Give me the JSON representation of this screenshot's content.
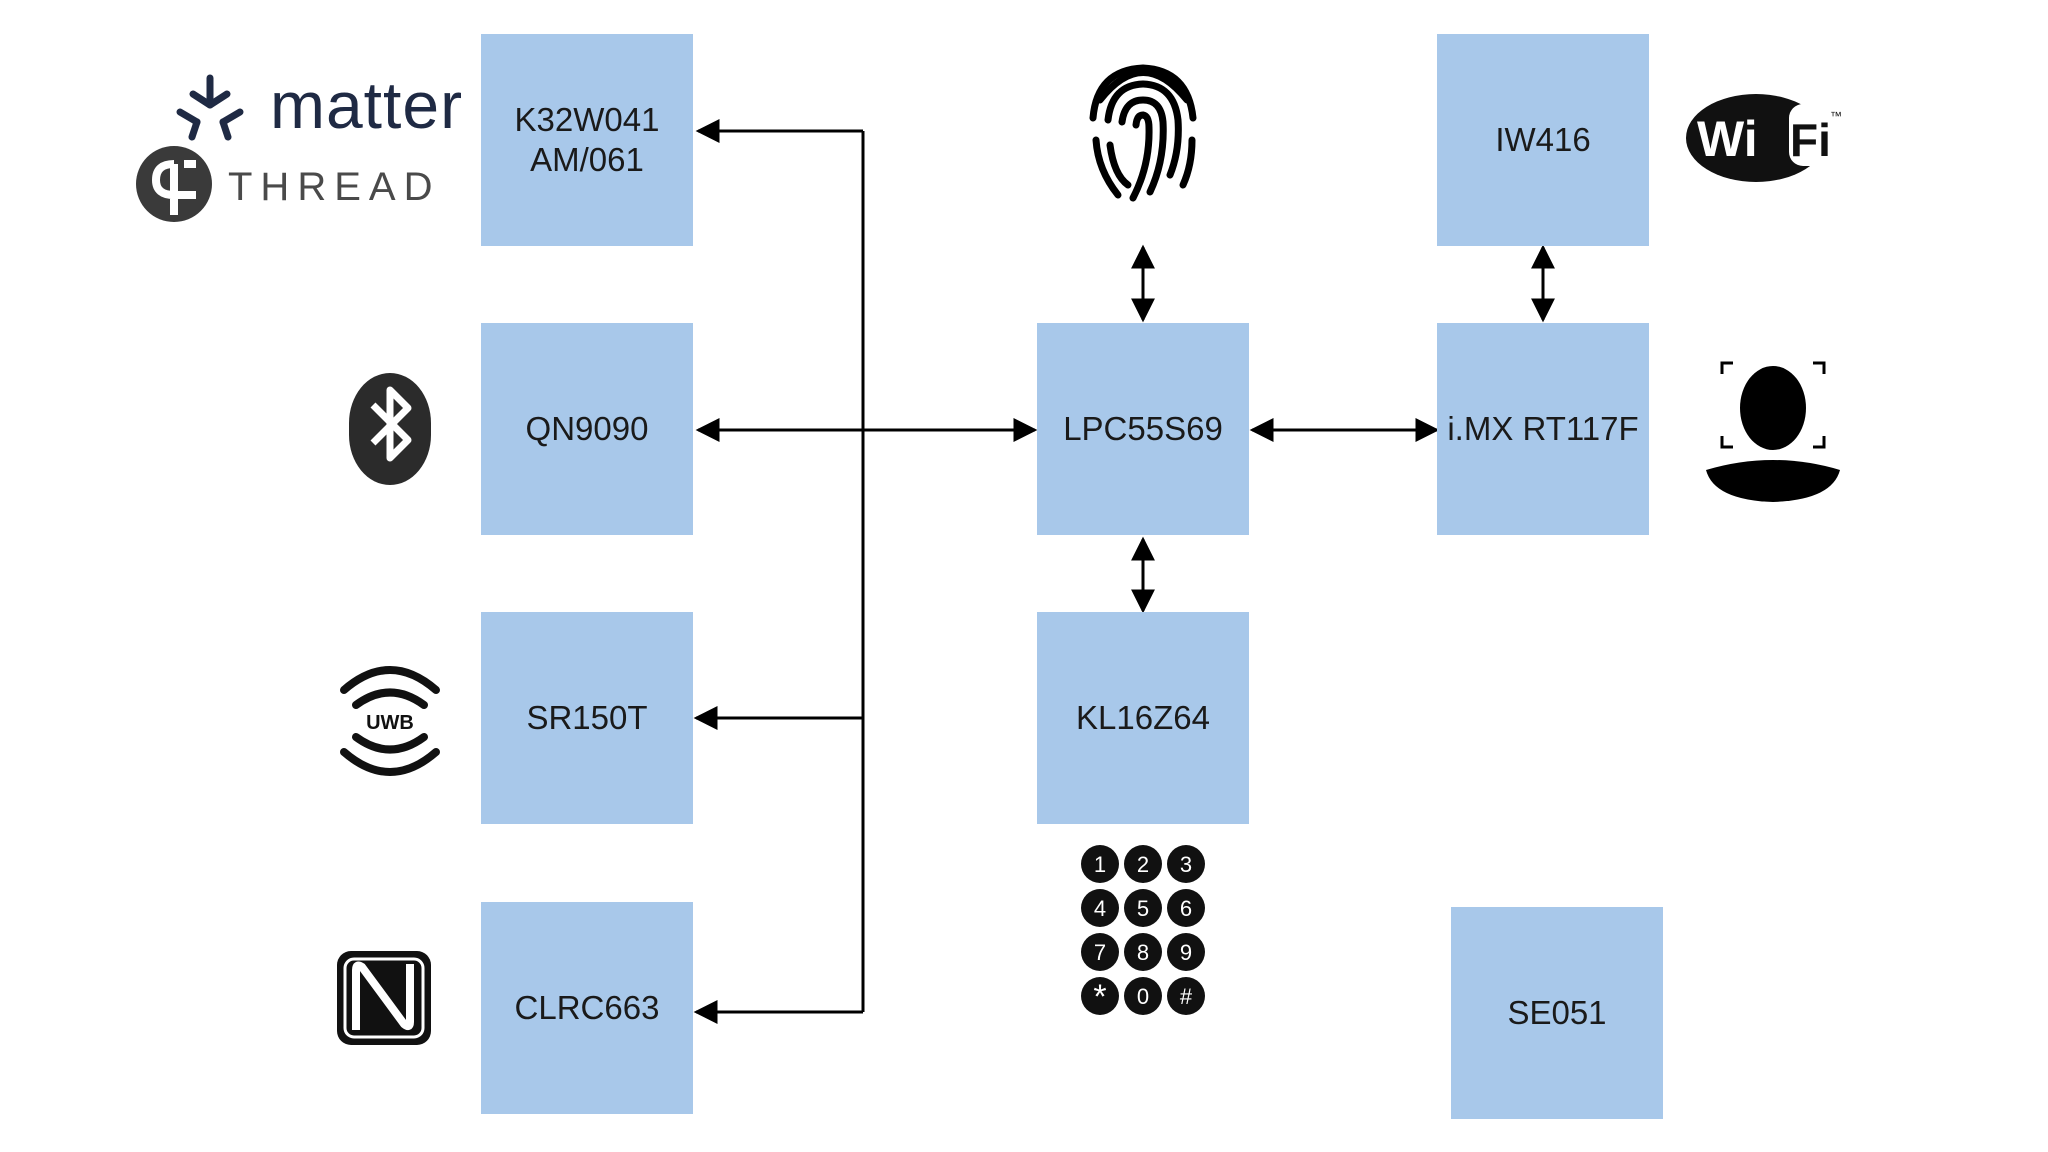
{
  "diagram": {
    "blocks": {
      "k32w": [
        "K32W041",
        "AM/061"
      ],
      "qn9090": "QN9090",
      "sr150t": "SR150T",
      "clrc663": "CLRC663",
      "lpc55s69": "LPC55S69",
      "kl16z64": "KL16Z64",
      "iw416": "IW416",
      "imxrt": "i.MX RT117F",
      "se051": "SE051"
    },
    "block_color": "#a8c8ea",
    "logos": {
      "matter": "matter",
      "thread": "THREAD",
      "wifi_left": "Wi",
      "wifi_right": "Fi",
      "wifi_tm": "™",
      "uwb": "UWB"
    },
    "icons": {
      "matter": "matter-icon",
      "thread": "thread-icon",
      "bluetooth": "bluetooth-icon",
      "uwb": "uwb-icon",
      "nfc": "nfc-icon",
      "fingerprint": "fingerprint-icon",
      "wifi": "wifi-icon",
      "face": "face-recognition-icon",
      "keypad": "keypad-icon"
    },
    "keypad_keys": [
      "1",
      "2",
      "3",
      "4",
      "5",
      "6",
      "7",
      "8",
      "9",
      "*",
      "0",
      "#"
    ]
  }
}
